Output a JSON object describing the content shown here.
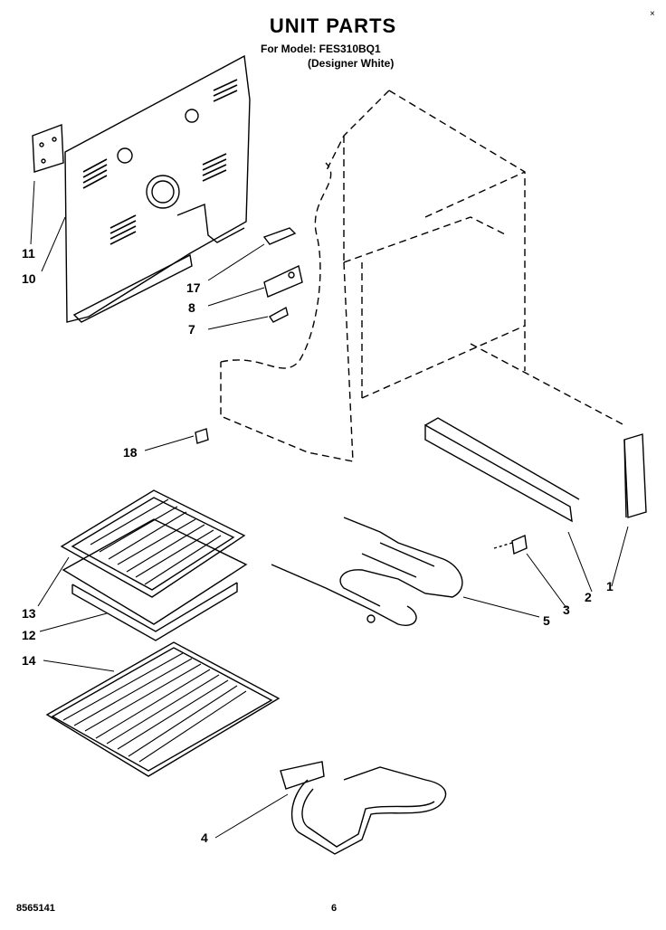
{
  "header": {
    "title": "UNIT PARTS",
    "model_line": "For Model: FES310BQ1",
    "color_line": "(Designer White)",
    "corner_mark": "×"
  },
  "footer": {
    "doc_number": "8565141",
    "page_number": "6"
  },
  "callouts": [
    "11",
    "10",
    "17",
    "8",
    "7",
    "18",
    "13",
    "12",
    "14",
    "4",
    "5",
    "3",
    "2",
    "1"
  ],
  "parts": [
    {
      "number": "1",
      "name": "side-panel-trim"
    },
    {
      "number": "2",
      "name": "base-rail"
    },
    {
      "number": "3",
      "name": "clip"
    },
    {
      "number": "4",
      "name": "bake-element"
    },
    {
      "number": "5",
      "name": "broil-element"
    },
    {
      "number": "7",
      "name": "clip"
    },
    {
      "number": "8",
      "name": "bracket"
    },
    {
      "number": "10",
      "name": "rear-panel"
    },
    {
      "number": "11",
      "name": "cover-plate"
    },
    {
      "number": "12",
      "name": "broiler-pan"
    },
    {
      "number": "13",
      "name": "broiler-grid"
    },
    {
      "number": "14",
      "name": "oven-rack"
    },
    {
      "number": "17",
      "name": "terminal-block"
    },
    {
      "number": "18",
      "name": "clip"
    }
  ]
}
